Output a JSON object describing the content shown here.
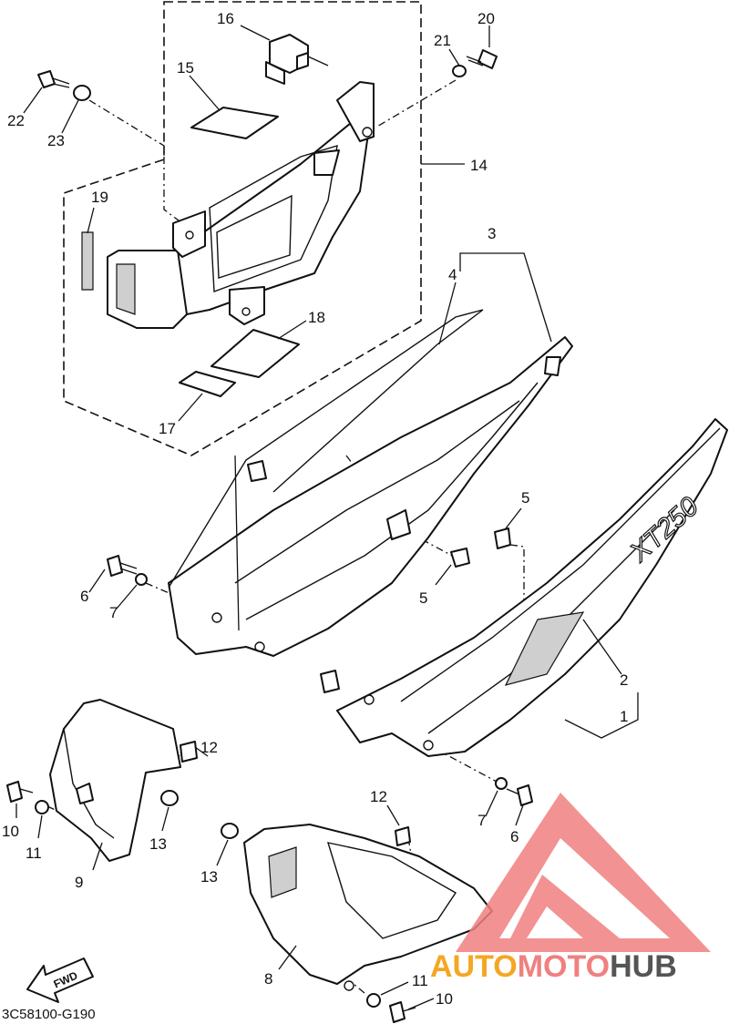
{
  "drawing_code": "3C58100-G190",
  "fwd_label": "FWD",
  "model_badge": "XT250",
  "callouts": [
    "1",
    "2",
    "3",
    "4",
    "5",
    "5",
    "6",
    "6",
    "7",
    "7",
    "8",
    "9",
    "10",
    "10",
    "11",
    "11",
    "12",
    "12",
    "13",
    "13",
    "14",
    "15",
    "16",
    "17",
    "18",
    "19",
    "20",
    "21",
    "22",
    "23"
  ],
  "watermark": {
    "word_part1": "AUTO",
    "word_part2": "MOTO",
    "word_part3": "HUB",
    "color_part1": "#f5a623",
    "color_part2": "#f08080",
    "color_part3": "#555555",
    "mark_color": "#f08080"
  }
}
